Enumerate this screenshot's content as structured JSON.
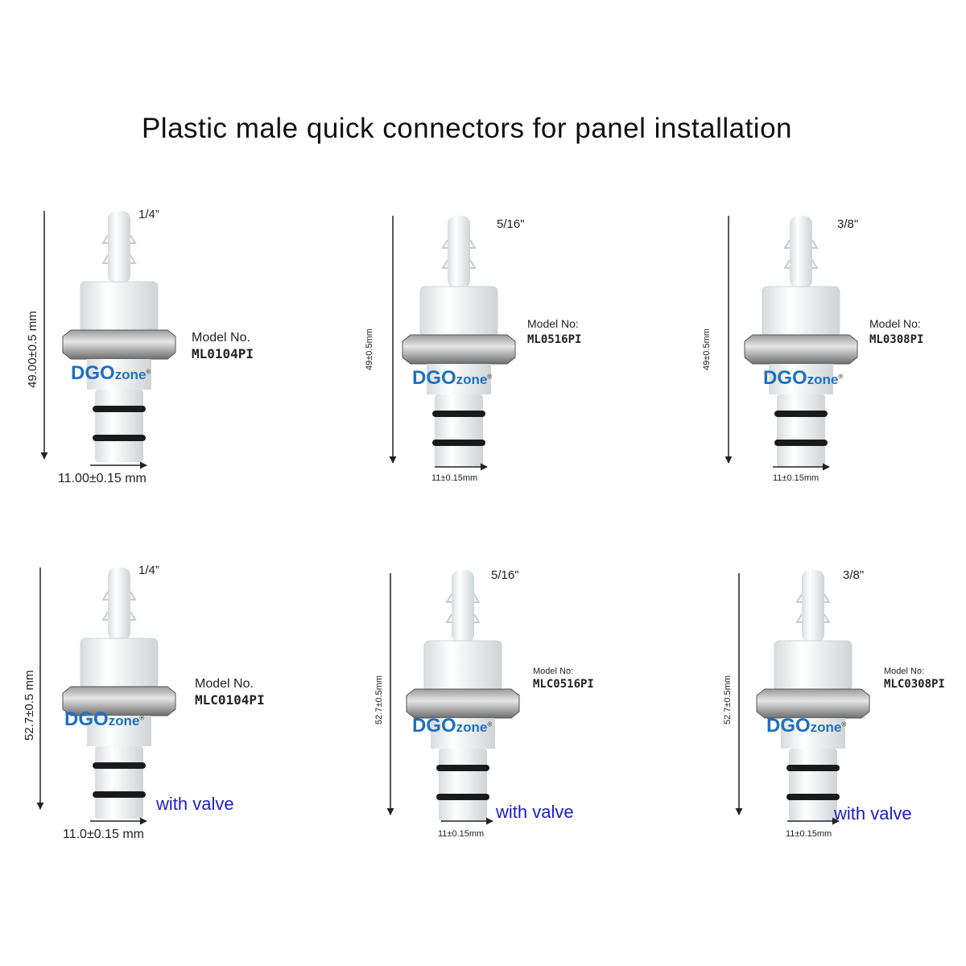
{
  "title": "Plastic male quick connectors for panel installation",
  "brand": {
    "letters": "DGO",
    "suffix": "zone",
    "mark": "®"
  },
  "products": [
    {
      "size": "1/4”",
      "model_prefix": "Model No.",
      "model_code": "ML0104PI",
      "height_dim": "49.00±0.5 mm",
      "width_dim": "11.00±0.15 mm",
      "valve": ""
    },
    {
      "size": "5/16\"",
      "model_prefix": "Model No:",
      "model_code": "ML0516PI",
      "height_dim": "49±0.5mm",
      "width_dim": "11±0.15mm",
      "valve": ""
    },
    {
      "size": "3/8\"",
      "model_prefix": "Model No:",
      "model_code": "ML0308PI",
      "height_dim": "49±0.5mm",
      "width_dim": "11±0.15mm",
      "valve": ""
    },
    {
      "size": "1/4”",
      "model_prefix": "Model No.",
      "model_code": "MLC0104PI",
      "height_dim": "52.7±0.5 mm",
      "width_dim": "11.0±0.15 mm",
      "valve": "with valve"
    },
    {
      "size": "5/16\"",
      "model_prefix": "Model No:",
      "model_code": "MLC0516PI",
      "height_dim": "52.7±0.5mm",
      "width_dim": "11±0.15mm",
      "valve": "with valve"
    },
    {
      "size": "3/8\"",
      "model_prefix": "Model No:",
      "model_code": "MLC0308PI",
      "height_dim": "52.7±0.5mm",
      "width_dim": "11±0.15mm",
      "valve": "with valve"
    }
  ],
  "colors": {
    "brand_blue": "#1f6fc1",
    "brand_orange": "#f0a020",
    "valve_text": "#1c1ccc"
  }
}
